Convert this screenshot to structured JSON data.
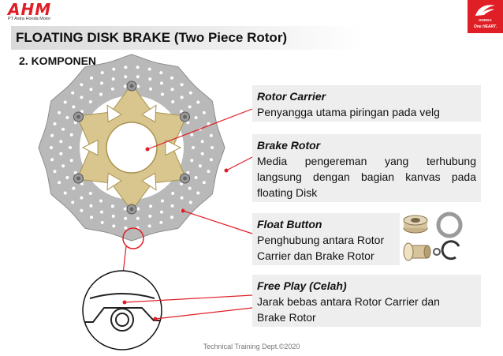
{
  "header": {
    "logo_text": "AHM",
    "logo_subtext": "PT Astra Honda Motor",
    "brand_name": "HONDA",
    "brand_tagline": "One HEART."
  },
  "slide": {
    "title": "FLOATING DISK BRAKE (Two Piece Rotor)",
    "subtitle": "2. KOMPONEN"
  },
  "components": [
    {
      "name": "Rotor Carrier",
      "desc_lines": [
        "Penyangga utama piringan pada velg"
      ]
    },
    {
      "name": "Brake Rotor",
      "desc_lines": [
        "Media pengereman yang terhubung",
        "langsung dengan bagian kanvas pada",
        "floating Disk"
      ]
    },
    {
      "name": "Float Button",
      "desc_lines": [
        "Penghubung antara Rotor",
        "Carrier dan Brake Rotor"
      ]
    },
    {
      "name": "Free Play (Celah)",
      "desc_lines": [
        "Jarak bebas antara Rotor Carrier dan",
        "Brake Rotor"
      ]
    }
  ],
  "footer": {
    "text": "Technical Training Dept.©2020"
  },
  "colors": {
    "accent": "#e01e25",
    "panel": "#eeeeee",
    "rotor": "#b9b9b9",
    "carrier": "#d8c68e"
  }
}
